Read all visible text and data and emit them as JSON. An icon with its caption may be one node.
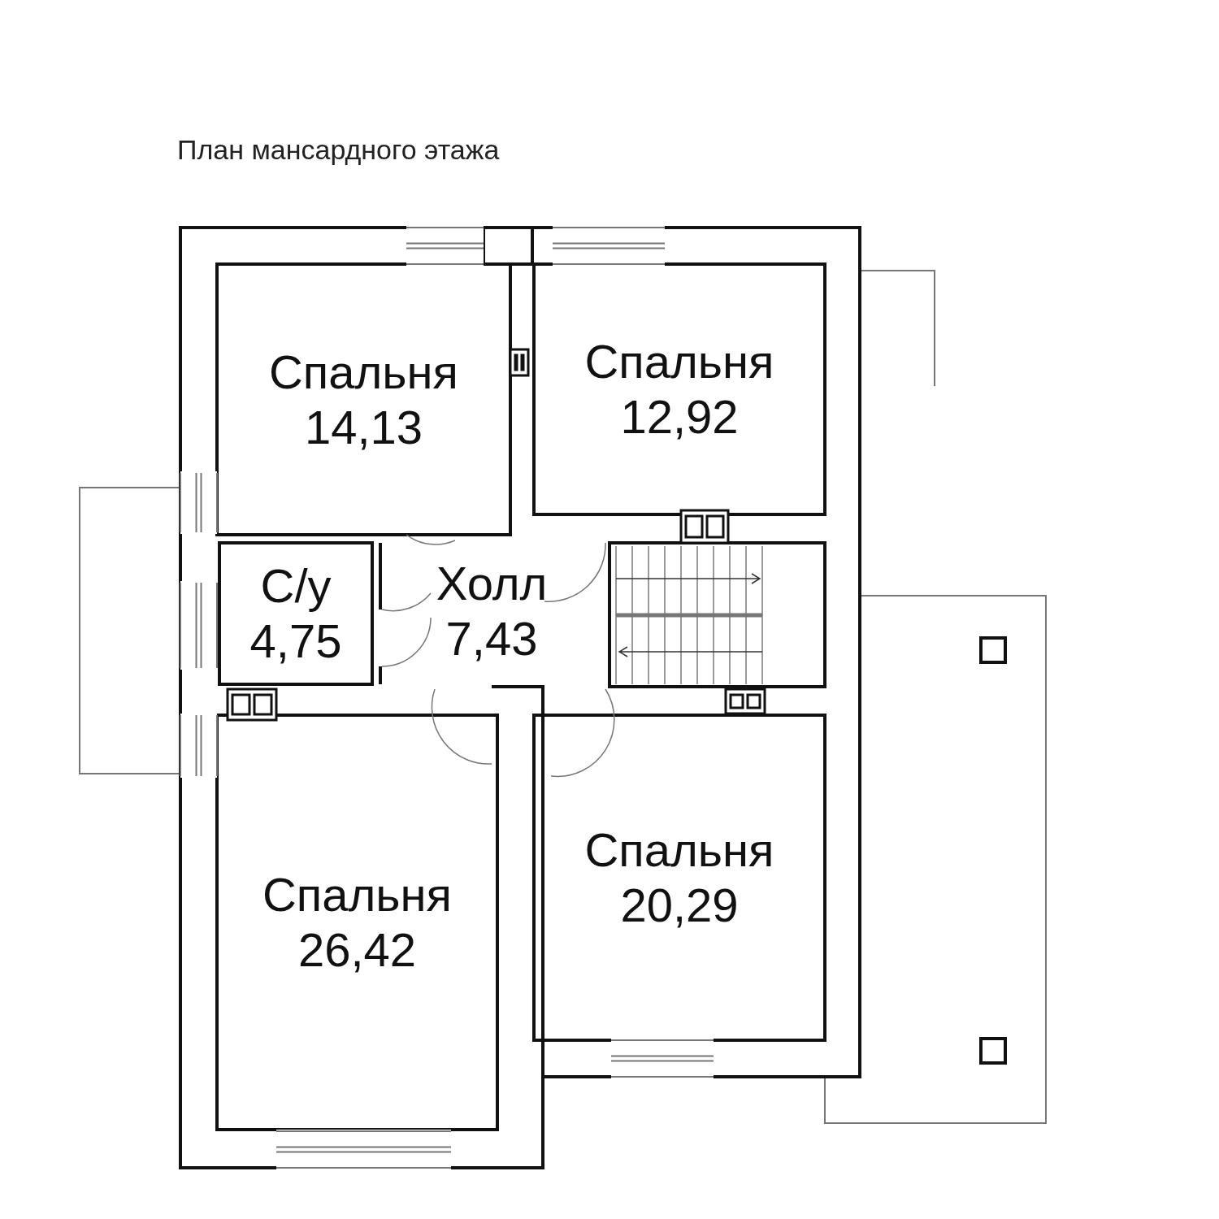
{
  "diagram": {
    "title": "План мансардного этажа",
    "nodes": [
      {
        "text": [
          "Спальня",
          "14,13"
        ]
      },
      {
        "text": [
          "Спальня",
          "12,92"
        ]
      },
      {
        "text": [
          "С/у",
          "4,75"
        ]
      },
      {
        "text": [
          "Холл",
          "7,43"
        ]
      },
      {
        "text": [
          "Спальня",
          "26,42"
        ]
      },
      {
        "text": [
          "Спальня",
          "20,29"
        ]
      }
    ]
  }
}
